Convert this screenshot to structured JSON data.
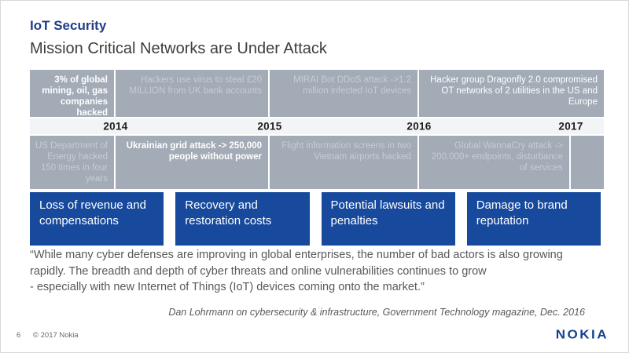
{
  "slide": {
    "title": "IoT Security",
    "subtitle": "Mission Critical Networks are Under Attack"
  },
  "timeline": {
    "years": [
      "2014",
      "2015",
      "2016",
      "2017"
    ],
    "top_events": [
      {
        "text": "3% of global mining, oil, gas companies hacked",
        "emphasis": "bright"
      },
      {
        "text": "Hackers use virus to steal £20 MILLION from UK bank accounts",
        "emphasis": "dim"
      },
      {
        "text": "MIRAI Bot DDoS attack ->1.2 million infected IoT devices",
        "emphasis": "dim"
      },
      {
        "text": "Hacker group Dragonfly 2.0 compromised OT networks of 2 utilities in the US and Europe",
        "emphasis": "bright"
      }
    ],
    "bottom_events": [
      {
        "text": "US Department of Energy hacked 150 times in four years",
        "emphasis": "dim"
      },
      {
        "text": "Ukrainian grid attack -> 250,000 people without power",
        "emphasis": "bright"
      },
      {
        "text": "Flight information screens in two Vietnam airports hacked",
        "emphasis": "dim"
      },
      {
        "text": "Global WannaCry attack -> 200,000+ endpoints, disturbance of services",
        "emphasis": "dim"
      }
    ]
  },
  "impacts": [
    "Loss of revenue and compensations",
    "Recovery and restoration costs",
    "Potential lawsuits and penalties",
    "Damage to brand reputation"
  ],
  "quote": {
    "text": "“While many cyber defenses are improving in global enterprises, the number of bad actors is also growing rapidly. The breadth and depth of cyber threats and online vulnerabilities continues to grow\n- especially with new Internet of Things (IoT) devices coming onto the market.”",
    "attribution": "Dan Lohrmann on cybersecurity & infrastructure, Government Technology magazine, Dec. 2016"
  },
  "footer": {
    "page_number": "6",
    "copyright": "© 2017 Nokia",
    "logo_text": "NOKIA"
  },
  "colors": {
    "band_gray": "#a2abb6",
    "impact_blue": "#17499c",
    "title_blue": "#203c8a",
    "nokia_blue": "#124191",
    "body_gray": "#595959"
  }
}
